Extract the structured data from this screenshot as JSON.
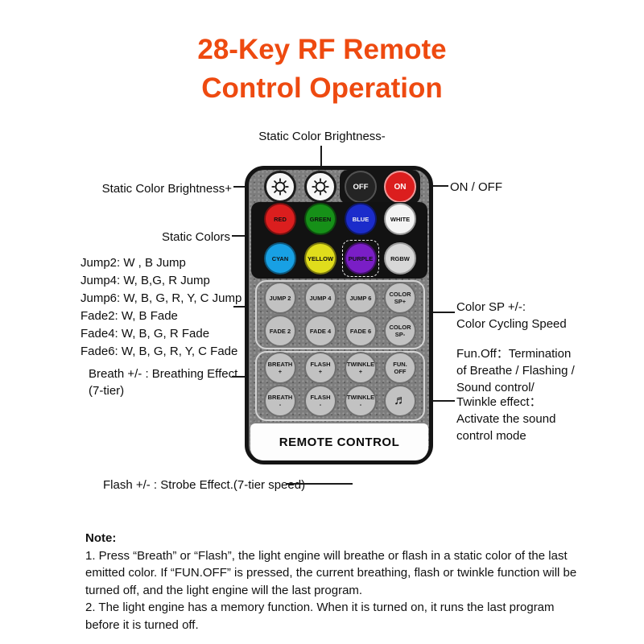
{
  "title": {
    "line1": "28-Key RF Remote",
    "line2": "Control Operation",
    "color": "#EE4A10"
  },
  "annotations": {
    "brightness_minus": "Static Color Brightness-",
    "brightness_plus": "Static Color Brightness+",
    "on_off": "ON / OFF",
    "static_colors": "Static Colors",
    "jump_fade": [
      "Jump2: W , B Jump",
      "Jump4: W, B,G, R Jump",
      "Jump6: W, B, G, R, Y, C Jump",
      "Fade2: W, B Fade",
      "Fade4: W, B, G, R Fade",
      "Fade6: W, B, G, R, Y, C Fade"
    ],
    "color_sp_line1": "Color SP +/-:",
    "color_sp_line2": "Color Cycling Speed",
    "fun_off_line1": "Fun.Off：Termination",
    "fun_off_line2": "of Breathe / Flashing /",
    "fun_off_line3": "Sound control/",
    "breath_line1": "Breath +/- : Breathing Effect.",
    "breath_line2": "(7-tier)",
    "twinkle_line1": "Twinkle effect：",
    "twinkle_line2": "Activate the sound",
    "twinkle_line3": "control mode",
    "flash": "Flash +/- : Strobe Effect.(7-tier speed)"
  },
  "remote": {
    "panel_label": "REMOTE CONTROL",
    "buttons": {
      "off": "OFF",
      "on": "ON",
      "red": "RED",
      "green": "GREEN",
      "blue": "BLUE",
      "white": "WHITE",
      "cyan": "CYAN",
      "yellow": "YELLOW",
      "purple": "PURPLE",
      "rgbw": "RGBW",
      "jump2": "JUMP 2",
      "jump4": "JUMP 4",
      "jump6": "JUMP 6",
      "color_sp_plus": "COLOR\nSP+",
      "fade2": "FADE 2",
      "fade4": "FADE 4",
      "fade6": "FADE 6",
      "color_sp_minus": "COLOR\nSP-",
      "breath_plus": "BREATH\n+",
      "flash_plus": "FLASH\n+",
      "twinkle_plus": "TWINKLE\n+",
      "fun_off": "FUN.\nOFF",
      "breath_minus": "BREATH\n-",
      "flash_minus": "FLASH\n-",
      "twinkle_minus": "TWINKLE\n-",
      "music": "♬"
    },
    "colors": {
      "red": "#DB1E1E",
      "green": "#169018",
      "blue": "#1B2CCB",
      "white": "#F4F4F4",
      "cyan": "#18A0E4",
      "yellow": "#E0DD1C",
      "purple": "#7A1EC6",
      "rgbw": "#D8D8D8",
      "on": "#DB1E1E"
    }
  },
  "note": {
    "heading": "Note:",
    "item1": "1. Press “Breath” or “Flash”, the light engine will breathe or flash in a static color of the last emitted color. If “FUN.OFF” is pressed, the current breathing, flash or twinkle function will be turned off, and the light engine will the last program.",
    "item2": "2. The light engine has a memory function. When it is turned on, it runs the last program before it is turned off."
  }
}
